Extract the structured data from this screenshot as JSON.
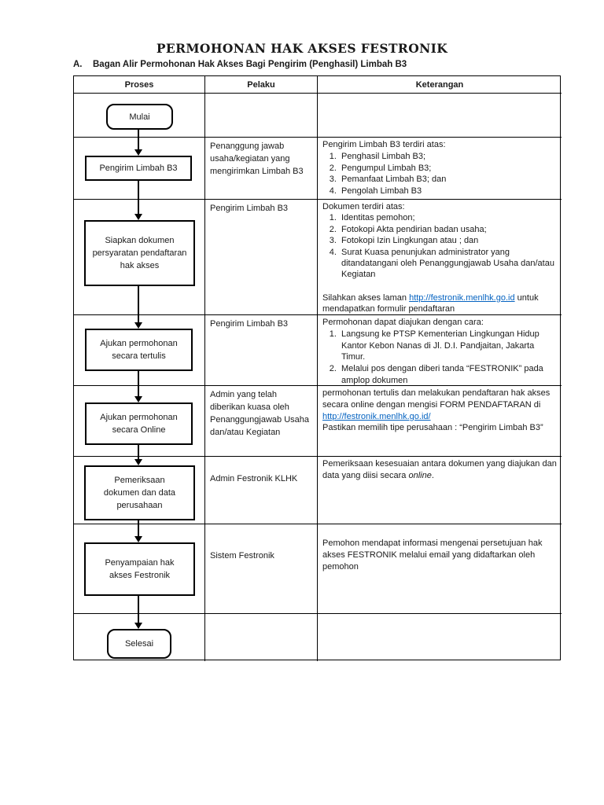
{
  "page": {
    "title": "PERMOHONAN HAK AKSES FESTRONIK",
    "section_letter": "A.",
    "section_heading": "Bagan Alir Permohonan Hak Akses Bagi Pengirim (Penghasil) Limbah B3"
  },
  "table_headers": {
    "proses": "Proses",
    "pelaku": "Pelaku",
    "keterangan": "Keterangan"
  },
  "flow": {
    "start": "Mulai",
    "steps": [
      "Pengirim Limbah B3",
      "Siapkan dokumen persyaratan pendaftaran hak akses",
      "Ajukan permohonan secara tertulis",
      "Ajukan permohonan secara Online",
      "Pemeriksaan dokumen dan data perusahaan",
      "Penyampaian hak akses Festronik"
    ],
    "end": "Selesai"
  },
  "rows": {
    "r2": {
      "pelaku": "Penanggung jawab usaha/kegiatan yang mengirimkan Limbah B3",
      "ket_intro": "Pengirim Limbah B3 terdiri atas:",
      "ket_items": [
        "Penghasil Limbah B3;",
        "Pengumpul Limbah B3;",
        "Pemanfaat Limbah B3; dan",
        "Pengolah Limbah B3"
      ]
    },
    "r3": {
      "pelaku": "Pengirim Limbah B3",
      "ket_intro": "Dokumen terdiri atas:",
      "ket_items": [
        "Identitas pemohon;",
        "Fotokopi Akta pendirian badan usaha;",
        "Fotokopi Izin Lingkungan atau ; dan",
        "Surat Kuasa penunjukan administrator yang ditandatangani oleh Penanggungjawab Usaha dan/atau Kegiatan"
      ],
      "note_prefix": "Silahkan akses laman",
      "link": "http://festronik.menlhk.go.id",
      "note_suffix": "untuk mendapatkan formulir pendaftaran"
    },
    "r4": {
      "pelaku": "Pengirim Limbah B3",
      "ket_intro": "Permohonan dapat diajukan dengan cara:",
      "ket_items": [
        "Langsung ke PTSP Kementerian Lingkungan Hidup Kantor Kebon Nanas di Jl. D.I. Pandjaitan, Jakarta Timur.",
        "Melalui pos dengan diberi tanda “FESTRONIK” pada amplop dokumen"
      ]
    },
    "r5": {
      "pelaku": "Admin yang telah diberikan kuasa oleh Penanggungjawab Usaha dan/atau Kegiatan",
      "ket_part1": "permohonan tertulis dan melakukan pendaftaran hak akses secara online dengan mengisi FORM PENDAFTARAN di",
      "link": "http://festronik.menlhk.go.id/",
      "ket_part2": "Pastikan memilih tipe perusahaan : “Pengirim Limbah B3”"
    },
    "r6": {
      "pelaku": "Admin Festronik KLHK",
      "ket_part1": "Pemeriksaan kesesuaian antara dokumen yang diajukan dan data yang diisi secara",
      "ket_italic": "online",
      "ket_part2": "."
    },
    "r7": {
      "pelaku": "Sistem Festronik",
      "ket_text": "Pemohon mendapat informasi mengenai persetujuan hak akses FESTRONIK melalui email yang didaftarkan oleh pemohon"
    }
  },
  "colors": {
    "link_blue": "#0563C1",
    "text": "#1a1a1a",
    "border": "#000000"
  }
}
